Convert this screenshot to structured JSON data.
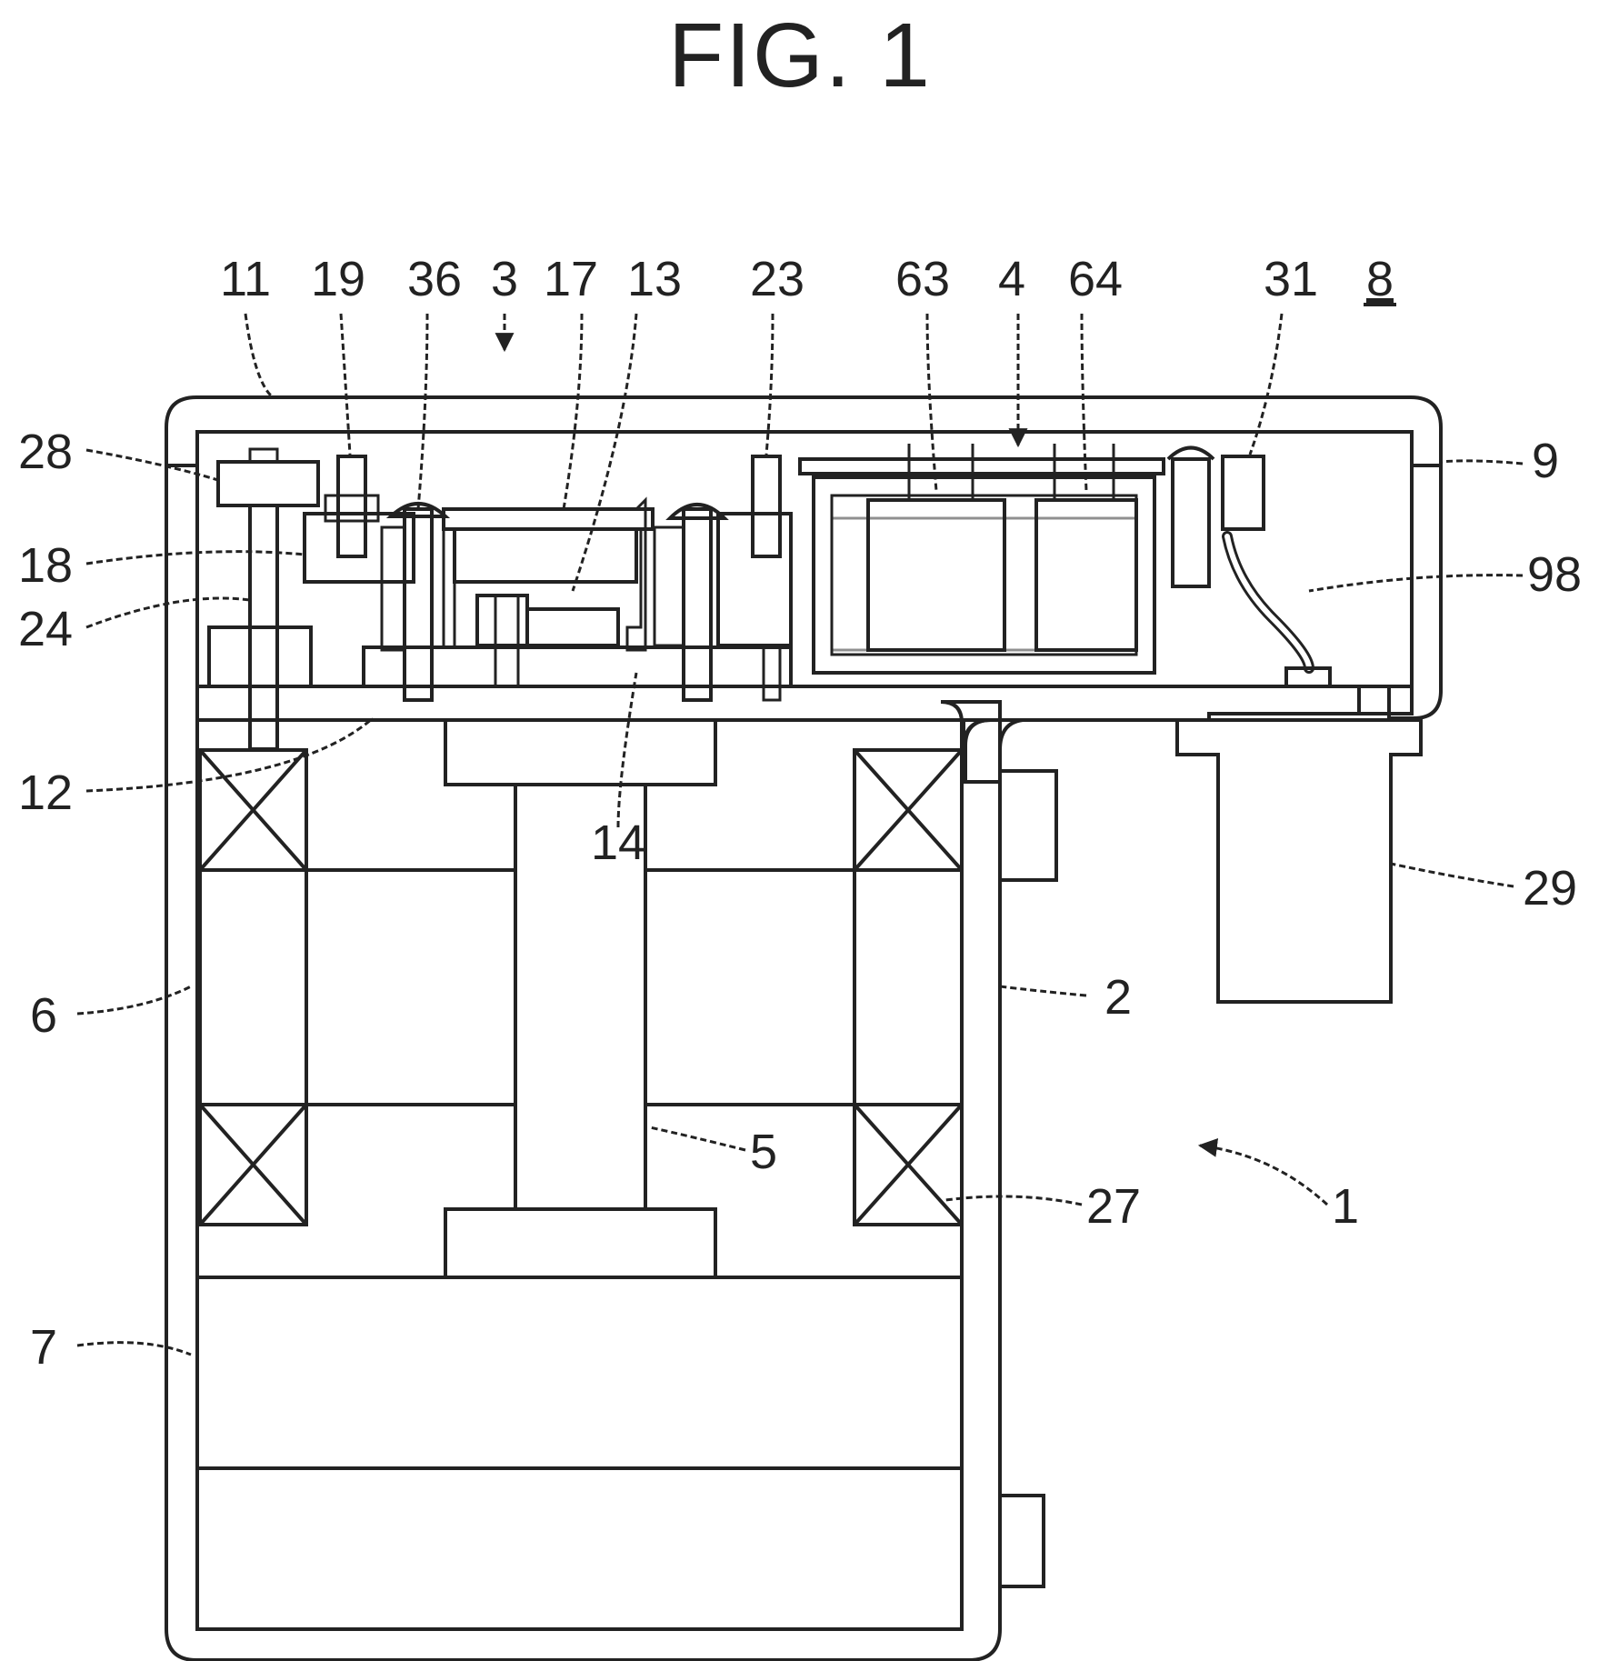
{
  "figure": {
    "title": "FIG. 1",
    "labels": {
      "l11": "11",
      "l19": "19",
      "l36": "36",
      "l3": "3",
      "l17": "17",
      "l13": "13",
      "l23": "23",
      "l63": "63",
      "l4": "4",
      "l64": "64",
      "l31": "31",
      "l8": "8",
      "l28": "28",
      "l18": "18",
      "l24": "24",
      "l12": "12",
      "l14": "14",
      "l9": "9",
      "l98": "98",
      "l29": "29",
      "l6": "6",
      "l2": "2",
      "l5": "5",
      "l27": "27",
      "l1": "1",
      "l7": "7"
    }
  },
  "colors": {
    "line": "#222222",
    "background": "#ffffff"
  }
}
